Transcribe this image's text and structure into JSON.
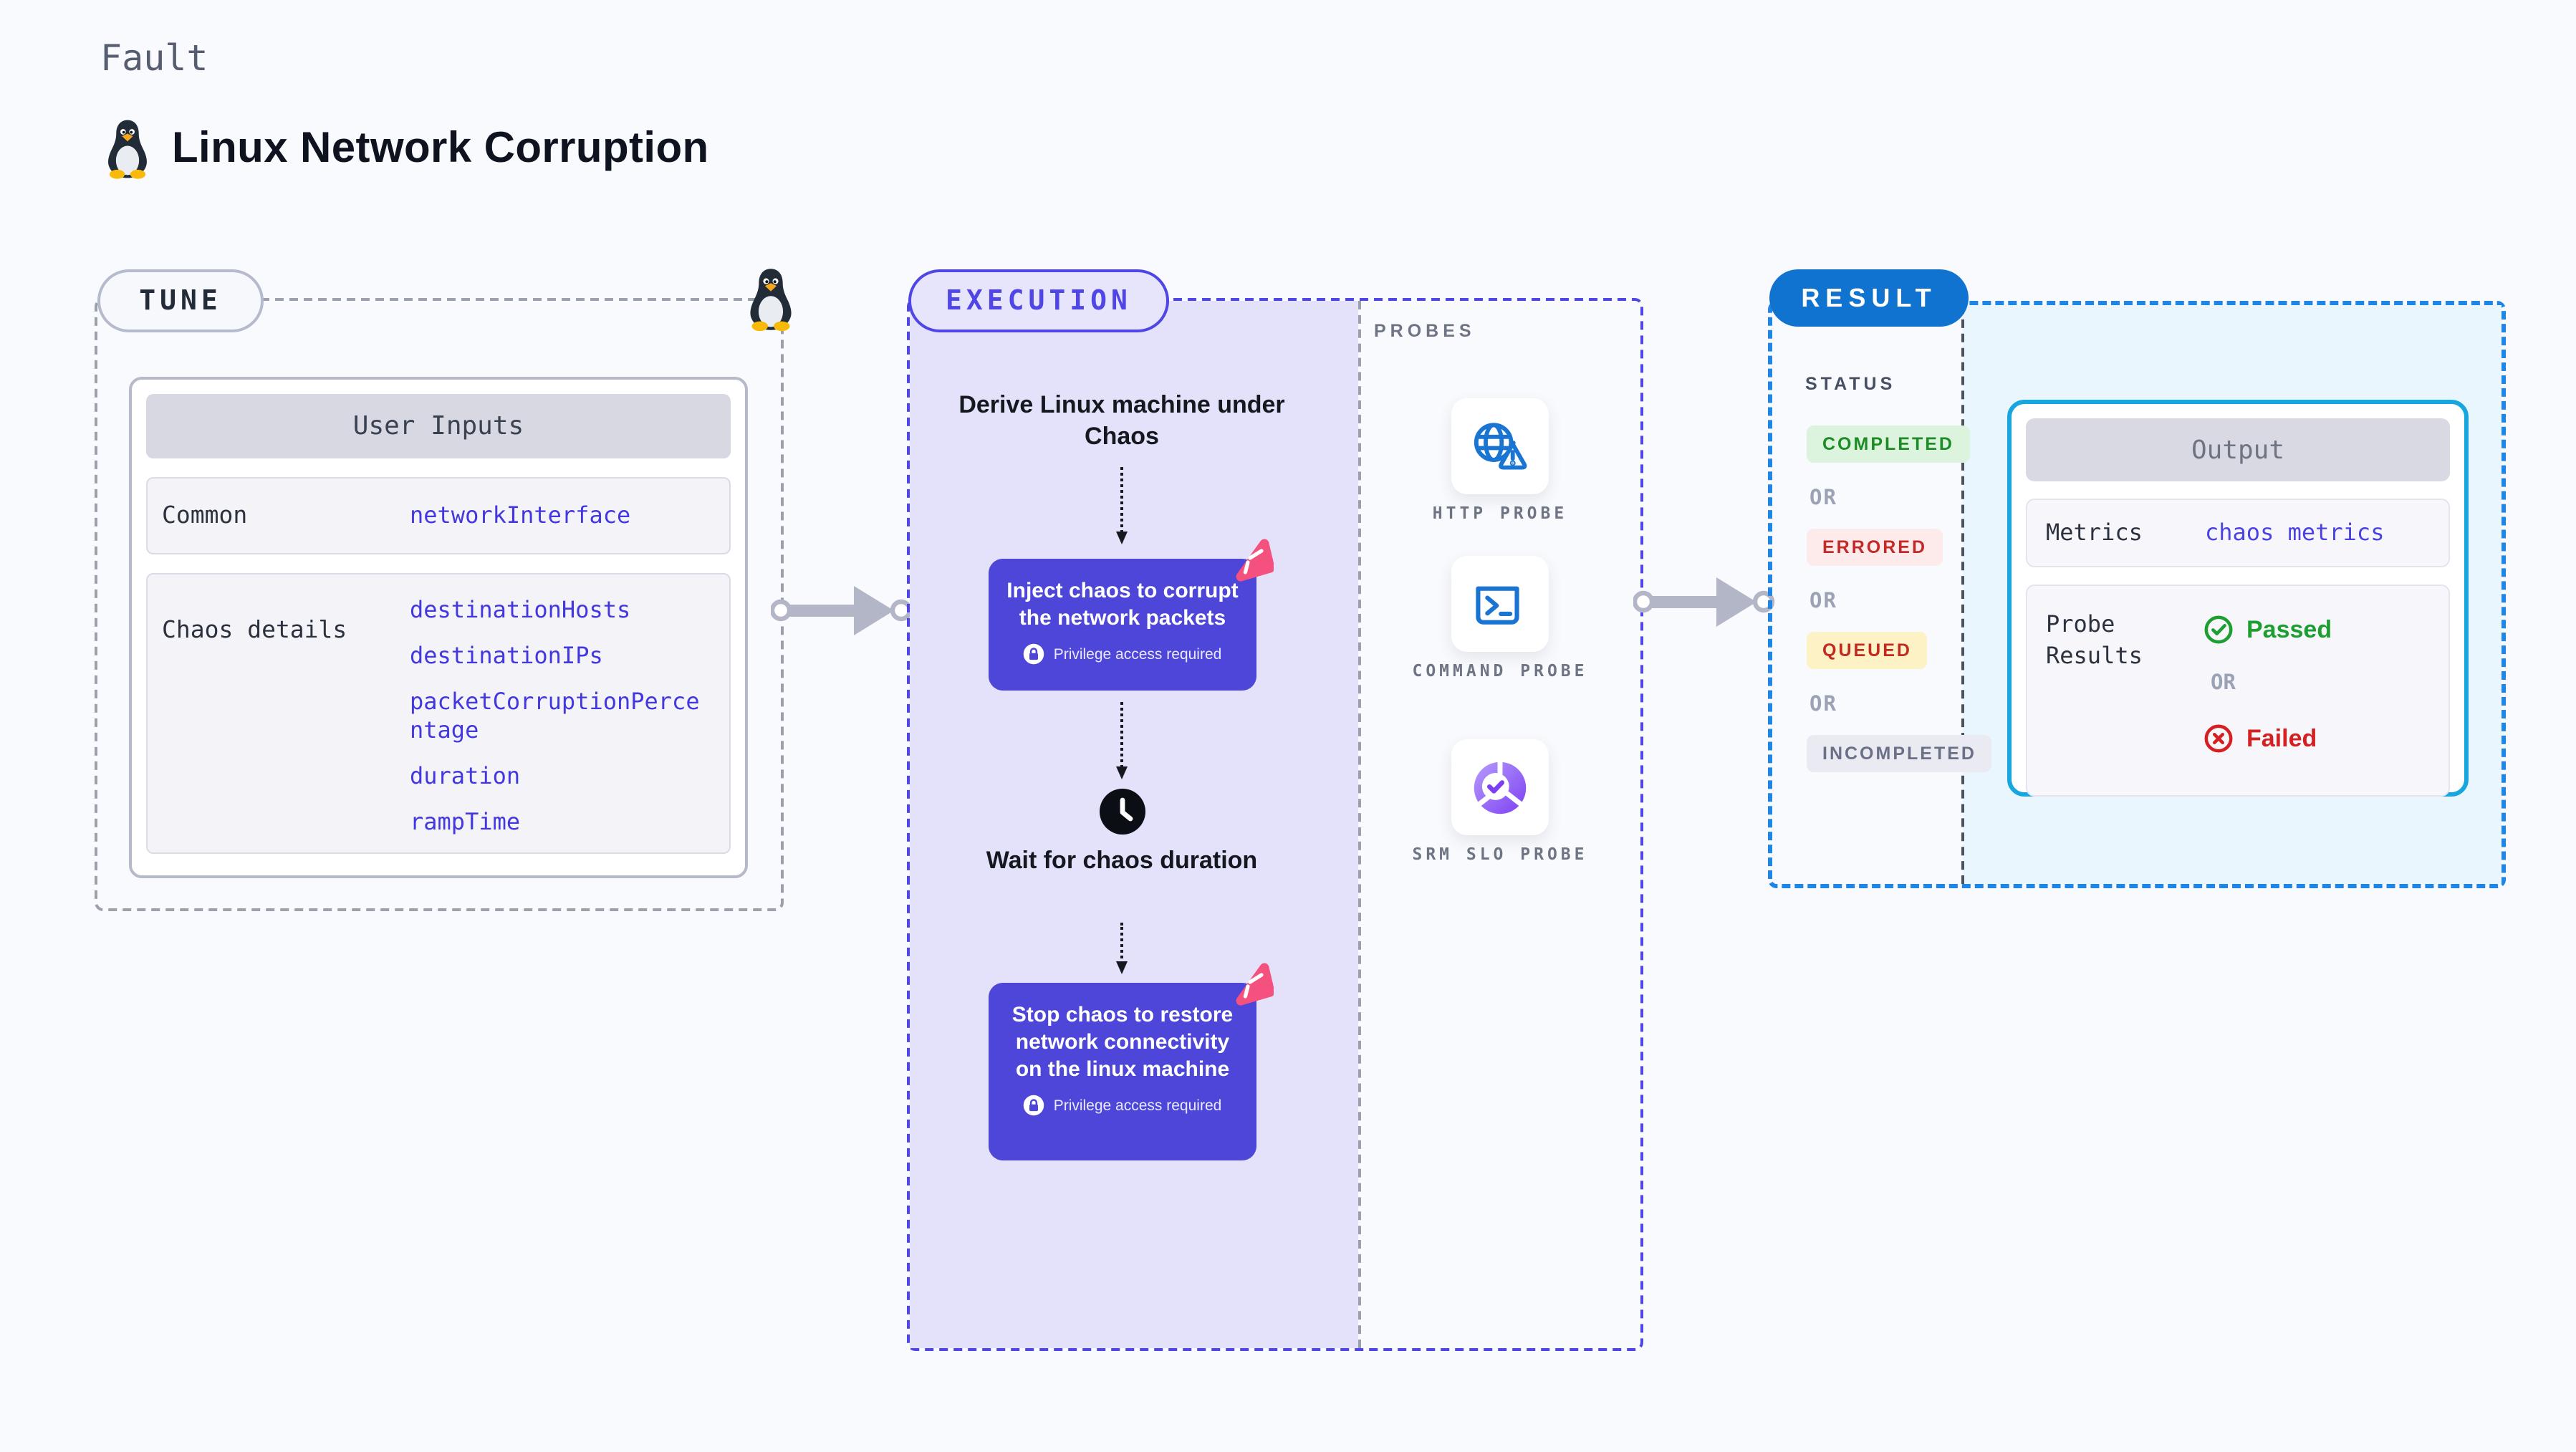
{
  "header": {
    "kicker": "Fault",
    "title": "Linux Network Corruption"
  },
  "tune": {
    "badge": "TUNE",
    "card_title": "User Inputs",
    "rows": [
      {
        "label": "Common",
        "values": [
          "networkInterface"
        ]
      },
      {
        "label": "Chaos details",
        "values": [
          "destinationHosts",
          "destinationIPs",
          "packetCorruptionPercentage",
          "duration",
          "rampTime"
        ]
      }
    ]
  },
  "execution": {
    "badge": "EXECUTION",
    "derive_step": "Derive Linux machine under Chaos",
    "inject_step": "Inject chaos to corrupt the network packets",
    "wait_step": "Wait for chaos duration",
    "stop_step": "Stop chaos to restore network connectivity on the linux machine",
    "privilege_note": "Privilege access required"
  },
  "probes": {
    "label": "PROBES",
    "items": [
      {
        "label": "HTTP PROBE",
        "icon": "globe-alert-icon"
      },
      {
        "label": "COMMAND PROBE",
        "icon": "terminal-icon"
      },
      {
        "label": "SRM SLO PROBE",
        "icon": "slo-donut-icon"
      }
    ]
  },
  "result": {
    "badge": "RESULT",
    "status_label": "STATUS",
    "or_label": "OR",
    "statuses": [
      {
        "label": "COMPLETED",
        "variant": "completed"
      },
      {
        "label": "ERRORED",
        "variant": "errored"
      },
      {
        "label": "QUEUED",
        "variant": "queued"
      },
      {
        "label": "INCOMPLETED",
        "variant": "incompleted"
      }
    ],
    "output": {
      "title": "Output",
      "metrics_label": "Metrics",
      "metrics_value": "chaos metrics",
      "probe_results_label": "Probe Results",
      "passed": "Passed",
      "or": "OR",
      "failed": "Failed"
    }
  },
  "colors": {
    "background": "#f9fafd",
    "indigo_accent": "#4f46e5",
    "indigo_node": "#4d46d8",
    "lavender_fill": "#e4e2fa",
    "result_blue": "#1173d0",
    "result_border_blue": "#1f86e5",
    "cyan_border": "#17a6de",
    "cyan_fill": "#e9f6fd",
    "link_indigo": "#4338e0",
    "green_status": "#1e8c26",
    "red_status": "#c22a2a",
    "passed_green": "#1d9e31",
    "failed_red": "#d42020",
    "chaos_pink": "#f4517e",
    "probe_icon_blue": "#1a74d2",
    "slo_purple": "#7e3ff2"
  }
}
